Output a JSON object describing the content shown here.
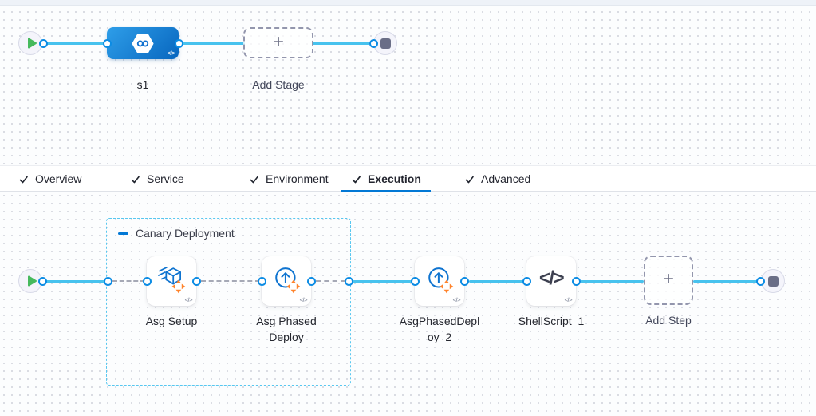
{
  "stage_canvas": {
    "stage_label": "s1",
    "add_stage_label": "Add Stage"
  },
  "tabs": [
    {
      "label": "Overview",
      "active": false
    },
    {
      "label": "Service",
      "active": false
    },
    {
      "label": "Environment",
      "active": false
    },
    {
      "label": "Execution",
      "active": true
    },
    {
      "label": "Advanced",
      "active": false
    }
  ],
  "execution": {
    "group_label": "Canary Deployment",
    "steps": [
      {
        "label": "Asg Setup"
      },
      {
        "label": "Asg Phased Deploy"
      },
      {
        "label": "AsgPhasedDeploy_2"
      },
      {
        "label": "ShellScript_1"
      }
    ],
    "add_step_label": "Add Step"
  },
  "symbols": {
    "plus": "+",
    "code_badge": "</>",
    "shell_glyph": "</>"
  },
  "colors": {
    "accent_blue": "#0278d5",
    "connector_blue": "#47c2ee",
    "group_border_blue": "#58c7f0",
    "step_orange": "#ff832b",
    "start_green": "#46b95d",
    "end_gray": "#6a6e87"
  }
}
